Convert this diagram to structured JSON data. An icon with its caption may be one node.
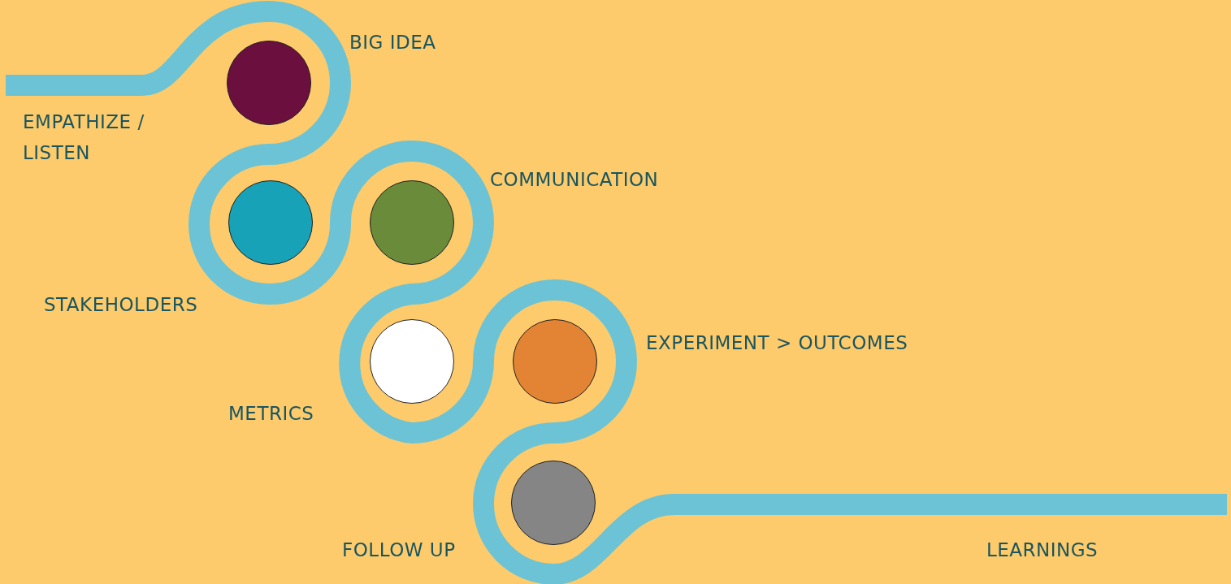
{
  "diagram": {
    "nodes": [
      {
        "text": [],
        "shape": "circle",
        "beside": [
          "BIG IDEA"
        ]
      },
      {
        "text": [],
        "shape": "circle",
        "beside": [
          "STAKEHOLDERS"
        ]
      },
      {
        "text": [],
        "shape": "circle",
        "beside": [
          "COMMUNICATION"
        ]
      },
      {
        "text": [],
        "shape": "circle",
        "beside": [
          "METRICS"
        ]
      },
      {
        "text": [],
        "shape": "circle",
        "beside": [
          "EXPERIMENT > OUTCOMES"
        ]
      },
      {
        "text": [],
        "shape": "circle",
        "beside": [
          "FOLLOW UP"
        ]
      }
    ],
    "labels": [
      "EMPATHIZE / LISTEN",
      "LEARNINGS"
    ]
  }
}
